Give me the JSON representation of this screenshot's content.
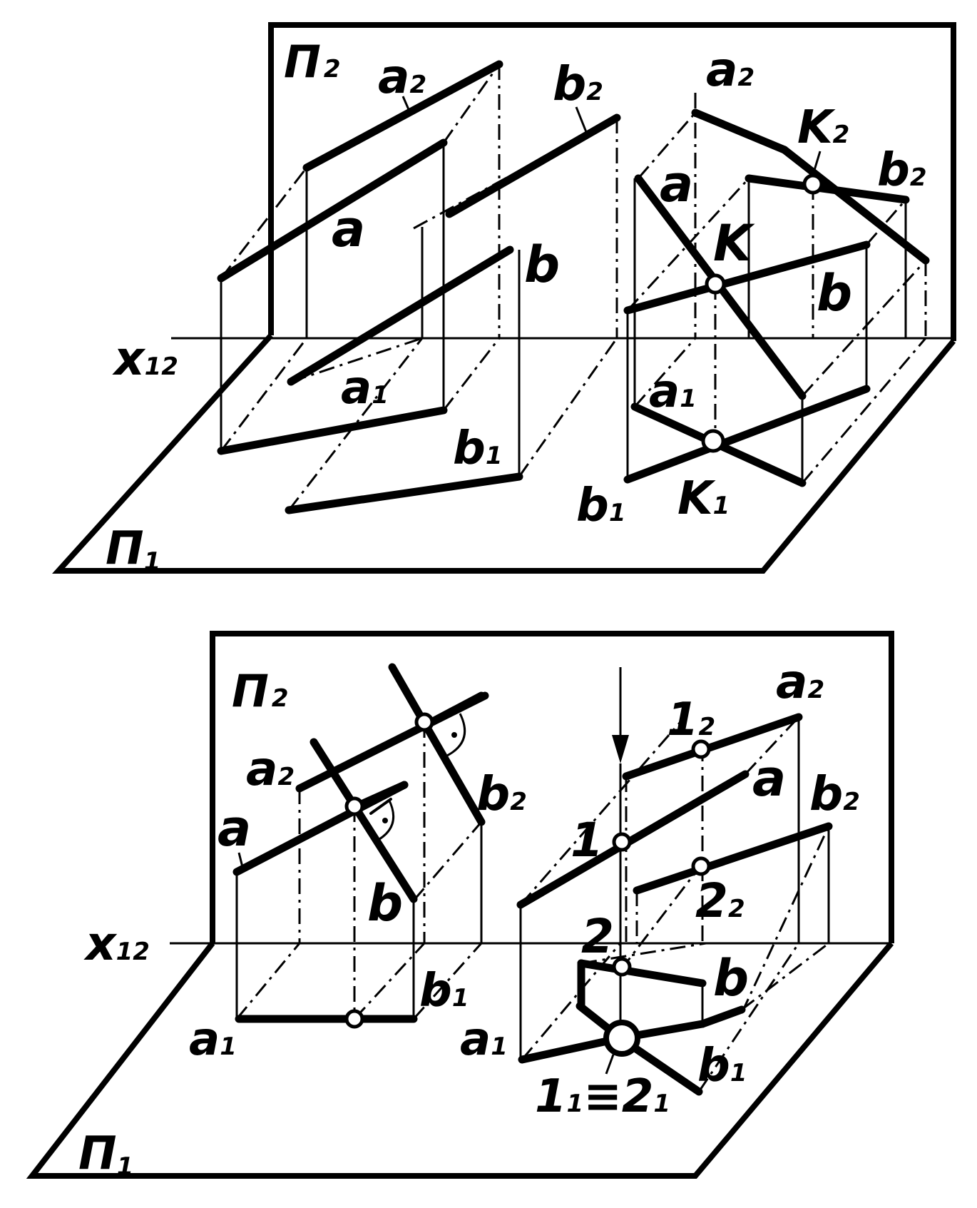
{
  "top_diagram": {
    "plane_v": {
      "main": "П",
      "sub": "2"
    },
    "plane_h": {
      "main": "П",
      "sub": "1"
    },
    "axis": {
      "main": "x",
      "sub": "12"
    },
    "left_labels": {
      "a2": {
        "main": "a",
        "sub": "2"
      },
      "b2": {
        "main": "b",
        "sub": "2"
      },
      "a": "a",
      "b": "b",
      "a1": {
        "main": "a",
        "sub": "1"
      },
      "b1": {
        "main": "b",
        "sub": "1"
      }
    },
    "right_labels": {
      "a2": {
        "main": "a",
        "sub": "2"
      },
      "K2": {
        "main": "K",
        "sub": "2"
      },
      "b2": {
        "main": "b",
        "sub": "2"
      },
      "a": "a",
      "K": "K",
      "b": "b",
      "a1": {
        "main": "a",
        "sub": "1"
      },
      "b1": {
        "main": "b",
        "sub": "1"
      },
      "K1": {
        "main": "K",
        "sub": "1"
      }
    }
  },
  "bottom_diagram": {
    "plane_v": {
      "main": "П",
      "sub": "2"
    },
    "plane_h": {
      "main": "П",
      "sub": "1"
    },
    "axis": {
      "main": "x",
      "sub": "12"
    },
    "left_labels": {
      "a2": {
        "main": "a",
        "sub": "2"
      },
      "a": "a",
      "b": "b",
      "b2": {
        "main": "b",
        "sub": "2"
      },
      "a1": {
        "main": "a",
        "sub": "1"
      },
      "b1": {
        "main": "b",
        "sub": "1"
      }
    },
    "right_labels": {
      "p12": {
        "main": "1",
        "sub": "2"
      },
      "a2": {
        "main": "a",
        "sub": "2"
      },
      "a": "a",
      "b2": {
        "main": "b",
        "sub": "2"
      },
      "p1": "1",
      "p22": {
        "main": "2",
        "sub": "2"
      },
      "p2": "2",
      "b": "b",
      "a1": {
        "main": "a",
        "sub": "1"
      },
      "b1": {
        "main": "b",
        "sub": "1"
      },
      "coincide": {
        "m1": "1",
        "s1": "1",
        "eq": "≡",
        "m2": "2",
        "s2": "1"
      }
    }
  }
}
